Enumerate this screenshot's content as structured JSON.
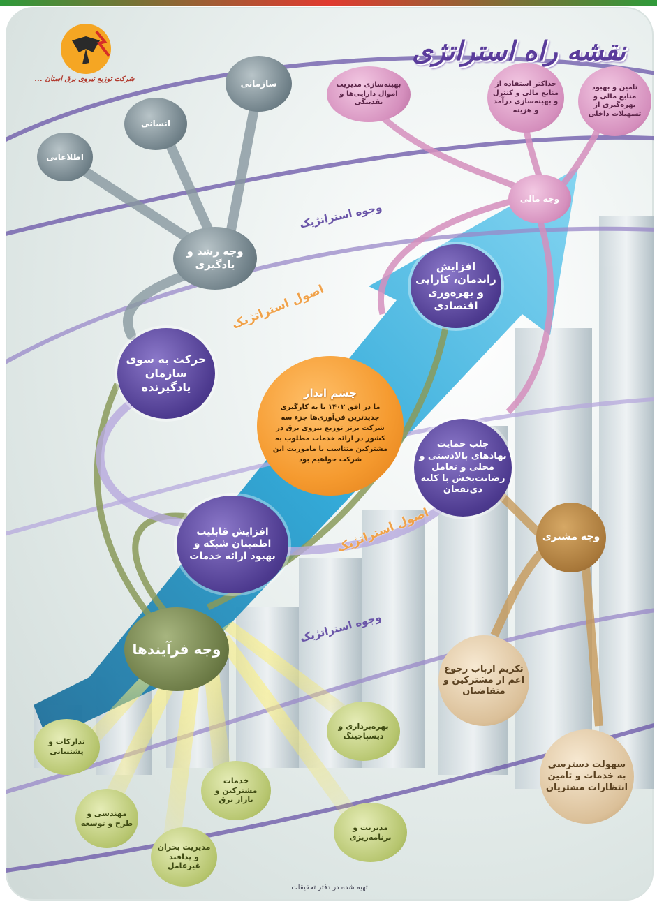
{
  "title": "نقشه راه استراتژی",
  "logo": {
    "text": "شرکت توزیع نیروی برق استان ..."
  },
  "labels": {
    "strategic_faces_top": "وجوه استراتژیک",
    "strategic_principles_top": "اصول استراتژیک",
    "strategic_principles_mid": "اصول استراتژیک",
    "strategic_faces_bottom": "وجوه استراتژیک"
  },
  "growth": {
    "center": "وجه رشد و یادگیری",
    "items": [
      "اطلاعاتی",
      "انسانی",
      "سازمانی"
    ]
  },
  "finance": {
    "center": "وجه مالی",
    "items": [
      "بهینه‌سازی مدیریت اموال دارایی‌ها و نقدینگی",
      "حداکثر استفاده از منابع مالی و کنترل و بهینه‌سازی درآمد و هزینه",
      "تامین و بهبود منابع مالی و بهره‌گیری از تسهیلات داخلی"
    ]
  },
  "principles": {
    "learning_org": "حرکت به سوی سازمان یادگیرنده",
    "productivity": "افزایش راندمان، کارایی و بهره‌وری اقتصادی",
    "satisfaction": "جلب حمایت نهادهای بالادستی و محلی و تعامل رضایت‌بخش با کلیه ذی‌نفعان",
    "reliability": "افزایش قابلیت اطمینان شبکه و بهبود ارائه خدمات"
  },
  "vision": {
    "title": "چشم انداز",
    "body": "ما در افق ۱۴۰۲ با به کارگیری جدیدترین فن‌آوری‌ها جزء سه شرکت برتر توزیع نیروی برق در کشور در ارائه خدمات مطلوب به مشترکین متناسب با ماموریت این شرکت خواهیم بود"
  },
  "customer": {
    "center": "وجه مشتری",
    "items": [
      "تکریم ارباب رجوع اعم از مشترکین و متقاضیان",
      "سهولت دسترسی به خدمات و تامین انتظارات مشتریان"
    ]
  },
  "processes": {
    "center": "وجه فرآیندها",
    "items": [
      "تدارکات و پشتیبانی",
      "مهندسی و طرح و توسعه",
      "مدیریت بحران و پدافند غیرعامل",
      "خدمات مشترکین و بازار برق",
      "مدیریت و برنامه‌ریزی",
      "بهره‌برداری و دیسپاچینگ"
    ]
  },
  "footer": "تهیه شده در دفتر تحقیقات",
  "colors": {
    "purple": "#4d3a8f",
    "arrow_blue": "#2aa7d8",
    "orange": "#f59a2f",
    "olive": "#6b7a45"
  }
}
